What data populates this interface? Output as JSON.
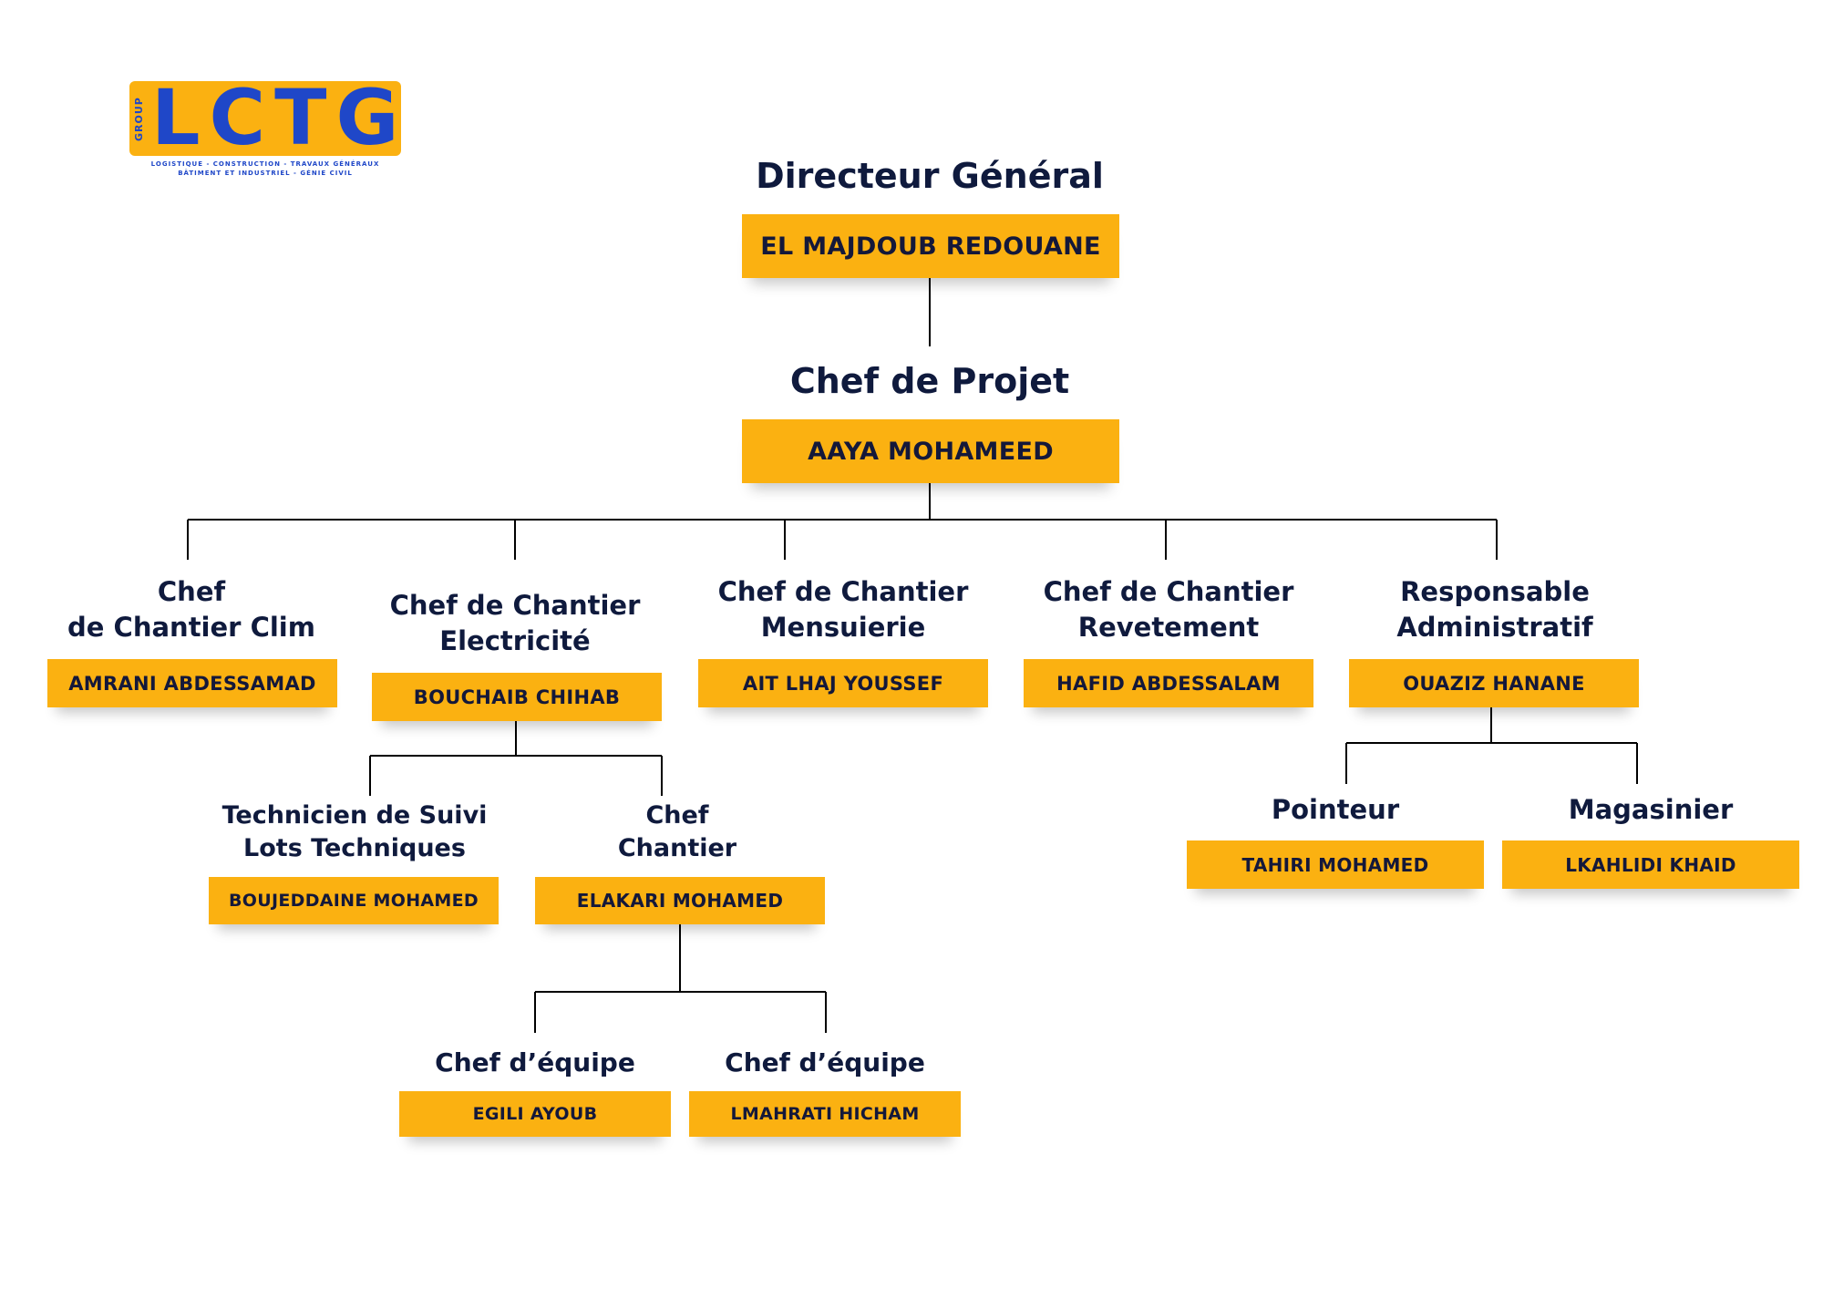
{
  "logo": {
    "group": "GROUP",
    "name": "LCTG",
    "tagline_1": "LOGISTIQUE - CONSTRUCTION - TRAVAUX GÉNÉRAUX",
    "tagline_2": "BÂTIMENT ET INDUSTRIEL - GÉNIE CIVIL"
  },
  "colors": {
    "box": "#fbb111",
    "title": "#0f1a3d",
    "brand_blue": "#1f47c8",
    "line": "#000000"
  },
  "nodes": {
    "dg": {
      "role": "Directeur Général",
      "name": "EL MAJDOUB REDOUANE"
    },
    "cp": {
      "role": "Chef de Projet",
      "name": "AAYA MOHAMEED"
    },
    "clim": {
      "role_1": "Chef",
      "role_2": "de Chantier Clim",
      "name": "AMRANI ABDESSAMAD"
    },
    "elec": {
      "role_1": "Chef de Chantier",
      "role_2": "Electricité",
      "name": "BOUCHAIB CHIHAB"
    },
    "mens": {
      "role_1": "Chef de Chantier",
      "role_2": "Mensuierie",
      "name": "AIT LHAJ YOUSSEF"
    },
    "reve": {
      "role_1": "Chef de Chantier",
      "role_2": "Revetement",
      "name": "HAFID ABDESSALAM"
    },
    "admin": {
      "role_1": "Responsable",
      "role_2": "Administratif",
      "name": "OUAZIZ HANANE"
    },
    "tech": {
      "role_1": "Technicien de Suivi",
      "role_2": "Lots Techniques",
      "name": "BOUJEDDAINE MOHAMED"
    },
    "chef": {
      "role_1": "Chef",
      "role_2": "Chantier",
      "name": "ELAKARI MOHAMED"
    },
    "eq1": {
      "role": "Chef d’équipe",
      "name": "EGILI AYOUB"
    },
    "eq2": {
      "role": "Chef d’équipe",
      "name": "LMAHRATI HICHAM"
    },
    "poin": {
      "role": "Pointeur",
      "name": "TAHIRI MOHAMED"
    },
    "maga": {
      "role": "Magasinier",
      "name": "LKAHLIDI KHAID"
    }
  }
}
